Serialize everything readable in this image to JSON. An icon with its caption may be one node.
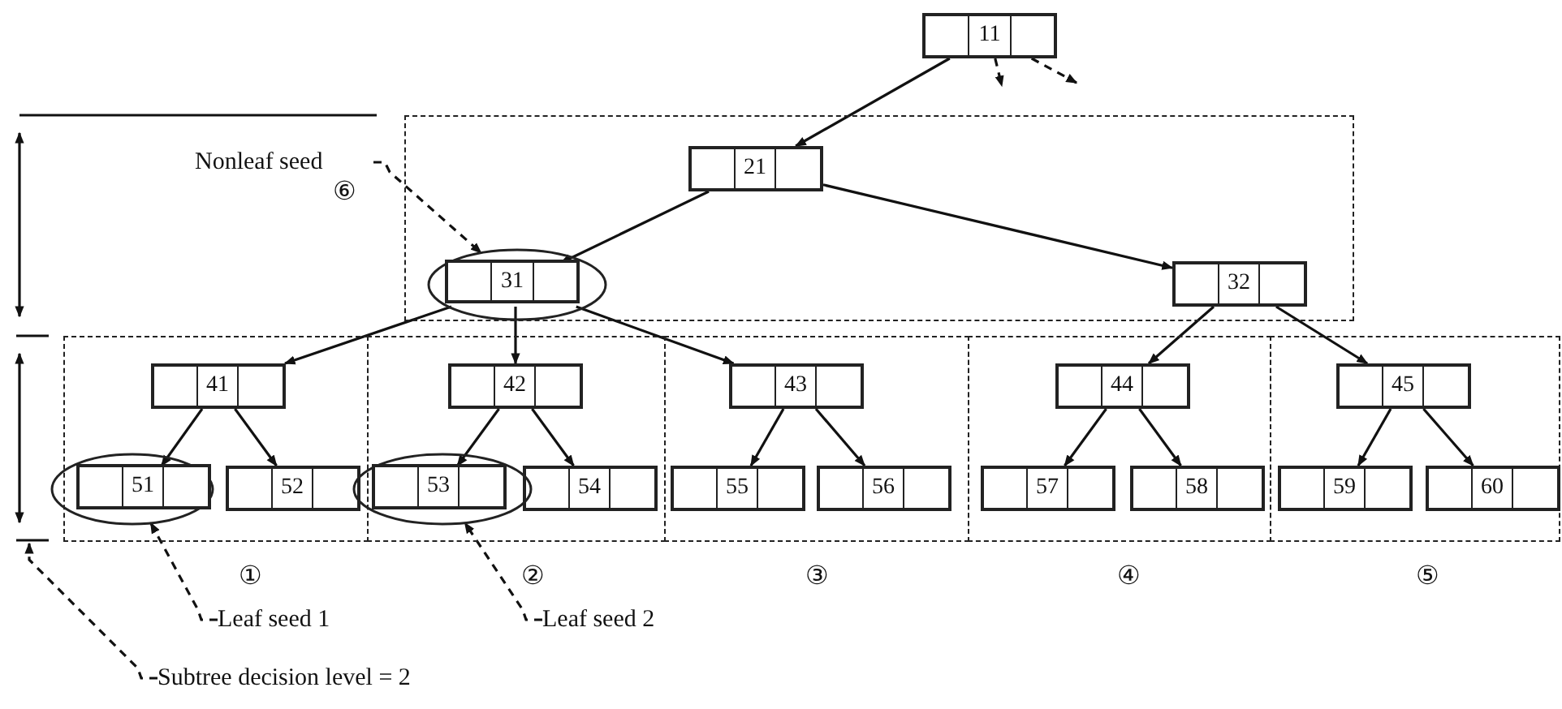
{
  "diagram": {
    "nodes": [
      {
        "text": [
          "11"
        ]
      },
      {
        "text": [],
        "shape": "box"
      },
      {
        "text": [
          "21"
        ],
        "in": 1
      },
      {
        "text": [],
        "shape": "ellipse",
        "in": 1
      },
      {
        "text": [
          "31"
        ],
        "in": 3
      },
      {
        "text": [
          "32"
        ],
        "in": 1
      },
      {
        "text": [],
        "shape": "box",
        "beside": [
          "①"
        ]
      },
      {
        "text": [
          "41"
        ],
        "in": 6
      },
      {
        "text": [],
        "shape": "ellipse"
      },
      {
        "text": [
          "51"
        ],
        "in": 8
      },
      {
        "text": [
          "52"
        ],
        "in": 6
      },
      {
        "text": [],
        "shape": "box",
        "beside": [
          "②"
        ]
      },
      {
        "text": [
          "42"
        ],
        "in": 11
      },
      {
        "text": [],
        "shape": "ellipse"
      },
      {
        "text": [
          "53"
        ],
        "in": 13
      },
      {
        "text": [
          "54"
        ],
        "in": 11
      },
      {
        "text": [],
        "shape": "box",
        "beside": [
          "③"
        ]
      },
      {
        "text": [
          "43"
        ],
        "in": 16
      },
      {
        "text": [
          "55"
        ],
        "in": 16
      },
      {
        "text": [
          "56"
        ],
        "in": 16
      },
      {
        "text": [],
        "shape": "box",
        "beside": [
          "④"
        ]
      },
      {
        "text": [
          "44"
        ],
        "in": 20
      },
      {
        "text": [
          "57"
        ],
        "in": 20
      },
      {
        "text": [
          "58"
        ],
        "in": 20
      },
      {
        "text": [],
        "shape": "box",
        "beside": [
          "⑤"
        ]
      },
      {
        "text": [
          "45"
        ],
        "in": 24
      },
      {
        "text": [
          "59"
        ],
        "in": 24
      },
      {
        "text": [
          "60"
        ],
        "in": 24
      },
      {
        "text": [
          "Nonleaf seed"
        ]
      },
      {
        "text": [
          "Leaf seed 1"
        ]
      },
      {
        "text": [
          "Leaf seed 2"
        ]
      },
      {
        "text": [
          "Subtree decision level = 2"
        ]
      },
      {
        "text": [],
        "shape": "line"
      }
    ],
    "labels": [
      "⑥"
    ],
    "edges": [
      {
        "from": 0,
        "to": 2,
        "arrow": "to"
      },
      {
        "from": 0,
        "to": null,
        "arrow": "to",
        "style": "dashed"
      },
      {
        "from": 0,
        "to": null,
        "arrow": "to",
        "style": "dashed"
      },
      {
        "from": 2,
        "to": 4,
        "arrow": "to"
      },
      {
        "from": 2,
        "to": 5,
        "arrow": "to"
      },
      {
        "from": 4,
        "to": 7,
        "arrow": "to"
      },
      {
        "from": 4,
        "to": 12,
        "arrow": "to"
      },
      {
        "from": 4,
        "to": 17,
        "arrow": "to"
      },
      {
        "from": 5,
        "to": 21,
        "arrow": "to"
      },
      {
        "from": 5,
        "to": 25,
        "arrow": "to"
      },
      {
        "from": 7,
        "to": 9,
        "arrow": "to"
      },
      {
        "from": 7,
        "to": 10,
        "arrow": "to"
      },
      {
        "from": 12,
        "to": 14,
        "arrow": "to"
      },
      {
        "from": 12,
        "to": 15,
        "arrow": "to"
      },
      {
        "from": 17,
        "to": 18,
        "arrow": "to"
      },
      {
        "from": 17,
        "to": 19,
        "arrow": "to"
      },
      {
        "from": 21,
        "to": 22,
        "arrow": "to"
      },
      {
        "from": 21,
        "to": 23,
        "arrow": "to"
      },
      {
        "from": 25,
        "to": 26,
        "arrow": "to"
      },
      {
        "from": 25,
        "to": 27,
        "arrow": "to"
      },
      {
        "from": 28,
        "to": 3,
        "arrow": "to",
        "style": "dashed"
      },
      {
        "from": 29,
        "to": 8,
        "arrow": "to",
        "style": "dashed"
      },
      {
        "from": 30,
        "to": 13,
        "arrow": "to",
        "style": "dashed"
      },
      {
        "from": 31,
        "to": 32,
        "arrow": "to",
        "style": "dashed"
      }
    ]
  }
}
